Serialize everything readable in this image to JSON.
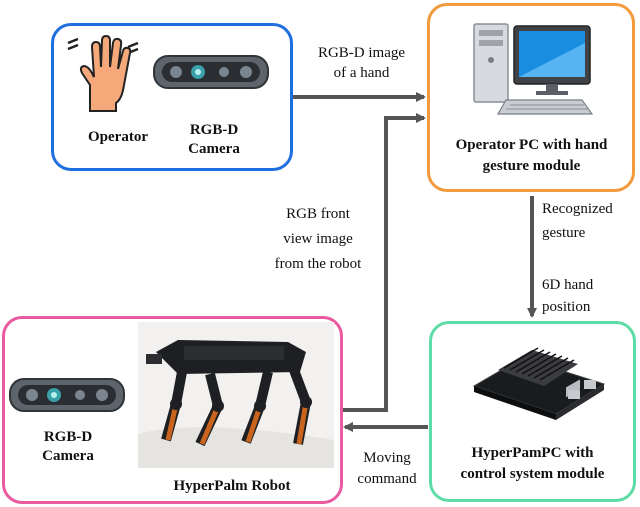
{
  "colors": {
    "operator_box": "#1f6fe0",
    "pc_box": "#f39a3c",
    "robot_box": "#ea5aa0",
    "hyperpc_box": "#5edca6",
    "arrow": "#555555"
  },
  "operator_box": {
    "operator_label": "Operator",
    "camera_label_1": "RGB-D",
    "camera_label_2": "Camera",
    "icons": [
      "waving-hand-icon",
      "rgbd-camera-icon"
    ]
  },
  "pc_box": {
    "label_1": "Operator PC with hand",
    "label_2": "gesture module",
    "icons": [
      "desktop-computer-icon"
    ]
  },
  "robot_box": {
    "camera_label_1": "RGB-D",
    "camera_label_2": "Camera",
    "robot_label": "HyperPalm Robot",
    "icons": [
      "rgbd-camera-icon",
      "quadruped-robot-icon"
    ]
  },
  "hyperpc_box": {
    "label_1": "HyperPamPC with",
    "label_2": "control system module",
    "icons": [
      "embedded-board-icon"
    ]
  },
  "edges": {
    "rgbd_image": [
      "RGB-D image",
      "of a hand"
    ],
    "rgb_front": [
      "RGB front",
      "view image",
      "from the robot"
    ],
    "recognized": [
      "Recognized",
      "gesture"
    ],
    "hand_position": [
      "6D hand",
      "position"
    ],
    "moving": [
      "Moving",
      "command"
    ]
  }
}
